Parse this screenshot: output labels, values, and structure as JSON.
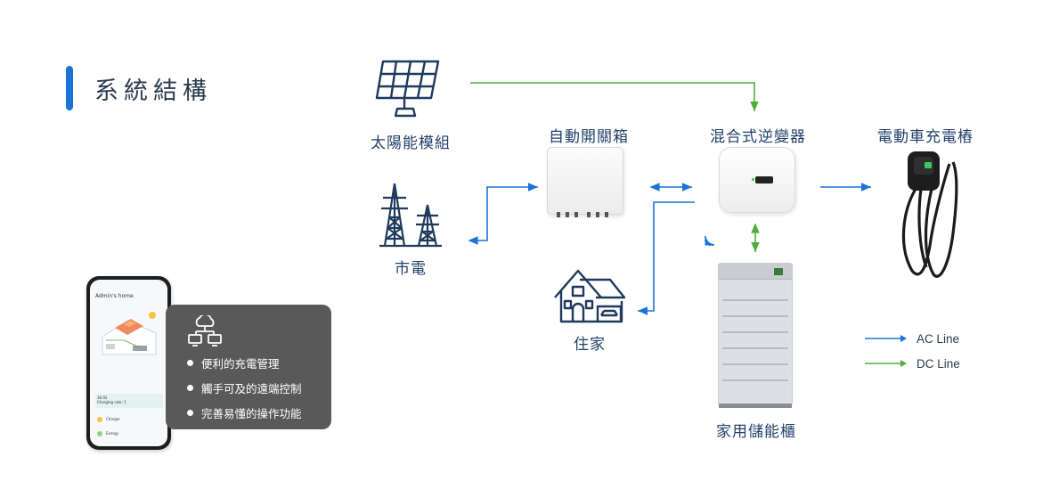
{
  "page": {
    "title": "系統結構"
  },
  "nodes": {
    "solar": {
      "label": "太陽能模組"
    },
    "grid": {
      "label": "市電"
    },
    "switchbox": {
      "label": "自動開關箱"
    },
    "inverter": {
      "label": "混合式逆變器"
    },
    "ev_charger": {
      "label": "電動車充電樁"
    },
    "house": {
      "label": "住家"
    },
    "battery": {
      "label": "家用儲能櫃"
    }
  },
  "phone_app": {
    "header": "Admin's home",
    "stat_value": "38.92",
    "stat_sub": "Charging rate: 1",
    "rows": [
      "Charger",
      "Energy"
    ]
  },
  "features": {
    "items": [
      "便利的充電管理",
      "觸手可及的遠端控制",
      "完善易懂的操作功能"
    ]
  },
  "legend": {
    "ac": {
      "label": "AC Line",
      "color": "#1a73d9"
    },
    "dc": {
      "label": "DC Line",
      "color": "#4caf3a"
    }
  },
  "colors": {
    "accent": "#1a73d9",
    "ac_line": "#1a73d9",
    "dc_line": "#4caf3a",
    "icon_navy": "#1f3a5c"
  }
}
